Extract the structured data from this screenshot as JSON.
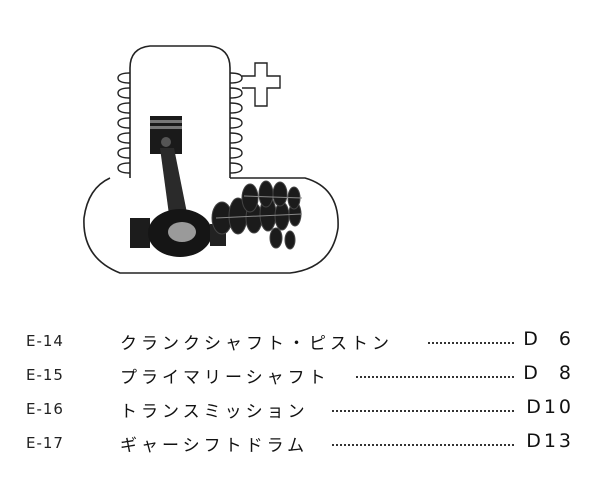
{
  "toc": [
    {
      "code": "E-14",
      "title": "クランクシャフト・ピストン",
      "page": "D  6"
    },
    {
      "code": "E-15",
      "title": "プライマリーシャフト",
      "page": "D  8"
    },
    {
      "code": "E-16",
      "title": "トランスミッション",
      "page": "D10"
    },
    {
      "code": "E-17",
      "title": "ギャーシフトドラム",
      "page": "D13"
    }
  ]
}
